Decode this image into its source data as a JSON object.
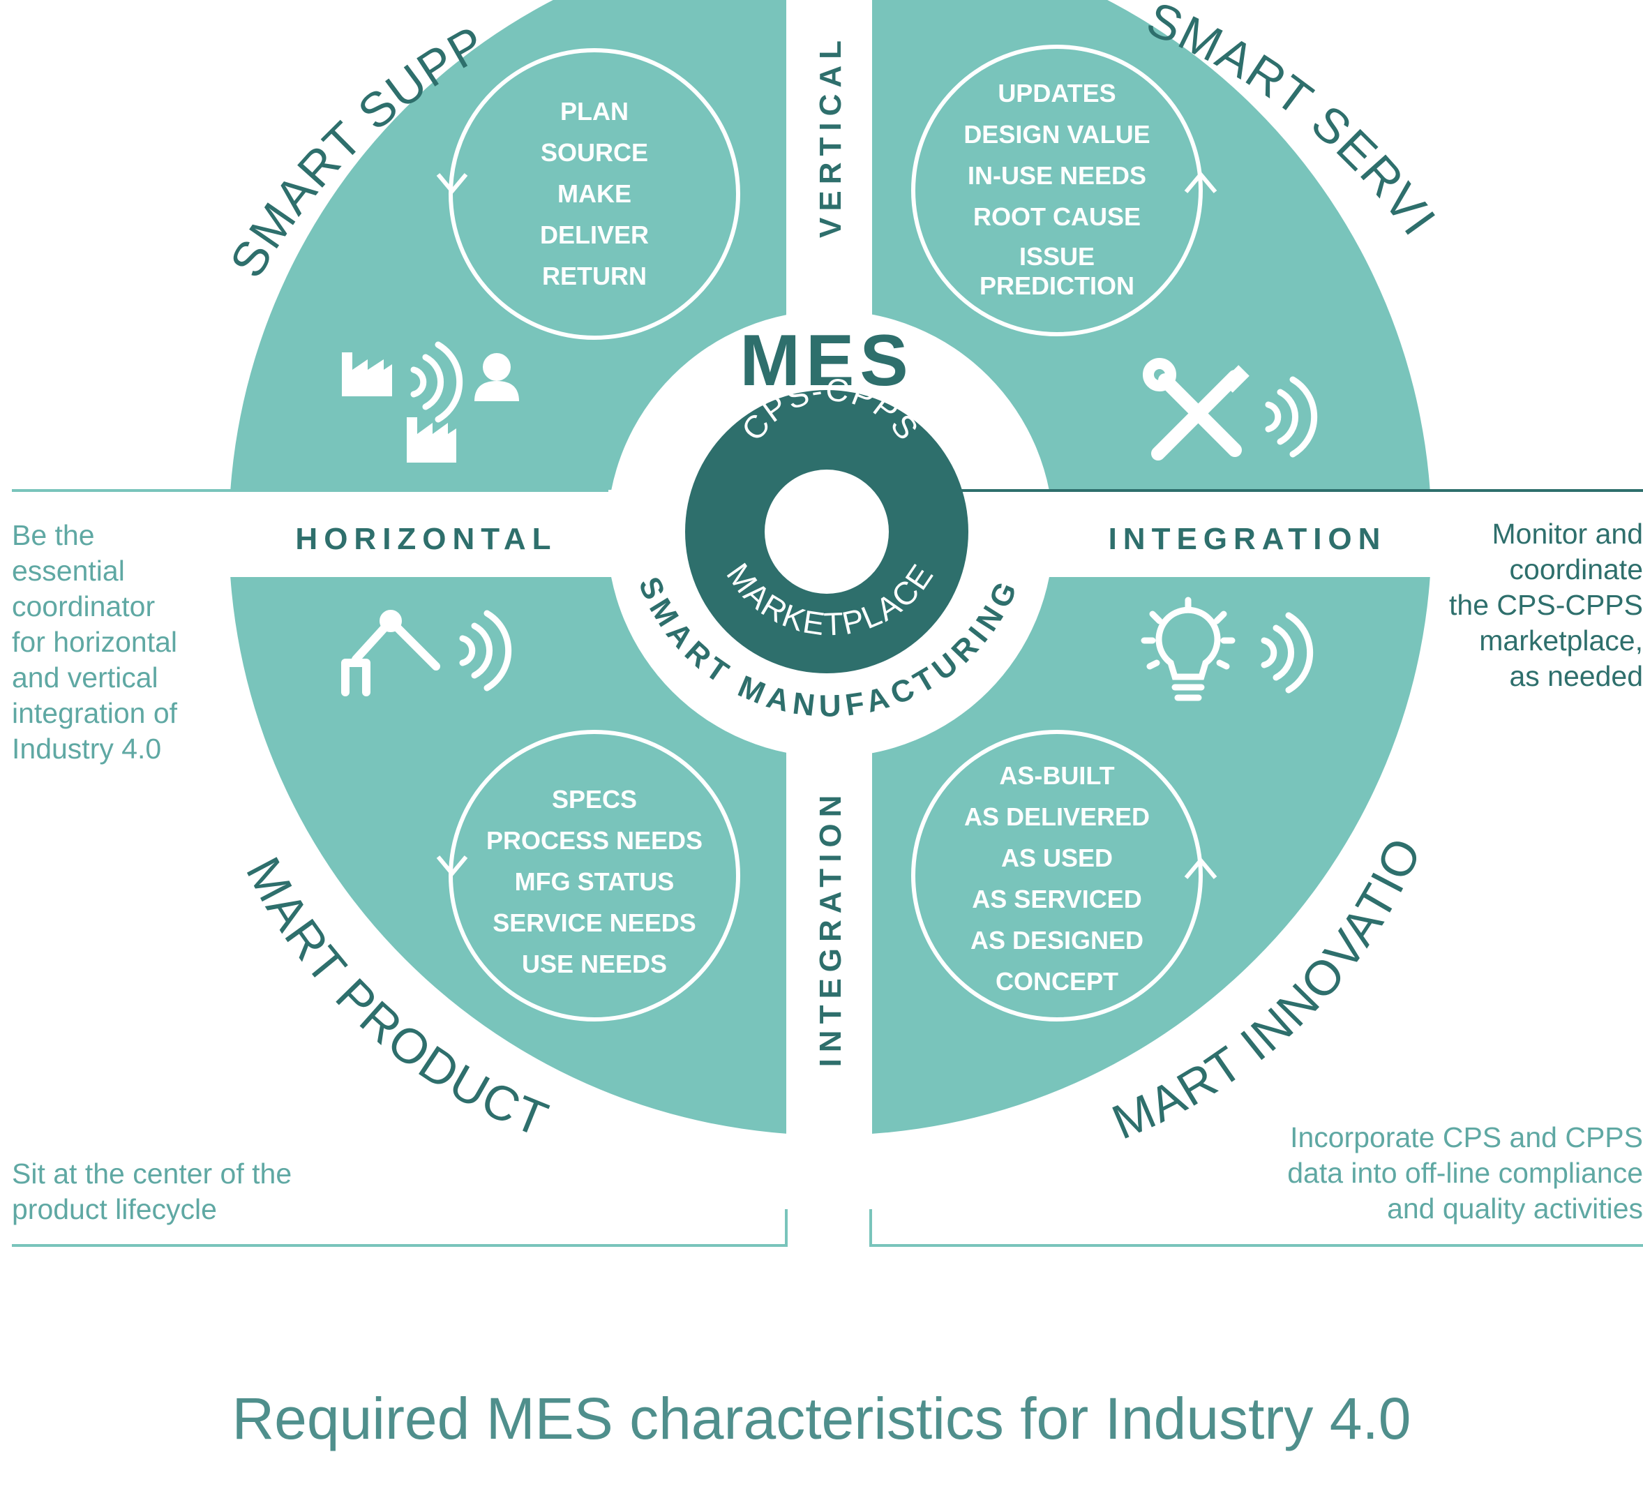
{
  "colors": {
    "quadrant_fill": "#79c4bb",
    "core_dark": "#2e6f6c",
    "title_text": "#4f8f8c",
    "note_text": "#5fa8a3"
  },
  "center": {
    "mes": "MES",
    "cps_cpps": "CPS-CPPS",
    "marketplace": "MARKETPLACE",
    "smart_manufacturing": "SMART MANUFACTURING"
  },
  "quadrants": {
    "supply_chain": {
      "title": "SMART SUPPLY CHAIN",
      "items": [
        "PLAN",
        "SOURCE",
        "MAKE",
        "DELIVER",
        "RETURN"
      ]
    },
    "services": {
      "title": "SMART SERVICES",
      "items": [
        "UPDATES",
        "DESIGN VALUE",
        "IN-USE NEEDS",
        "ROOT CAUSE",
        "ISSUE",
        "PREDICTION"
      ]
    },
    "products": {
      "title": "SMART PRODUCTS",
      "items": [
        "SPECS",
        "PROCESS NEEDS",
        "MFG STATUS",
        "SERVICE NEEDS",
        "USE NEEDS"
      ]
    },
    "innovation": {
      "title": "SMART INNOVATION",
      "items": [
        "AS-BUILT",
        "AS DELIVERED",
        "AS USED",
        "AS SERVICED",
        "AS DESIGNED",
        "CONCEPT"
      ]
    }
  },
  "axes": {
    "horizontal": "HORIZONTAL",
    "integration_right": "INTEGRATION",
    "vertical": "VERTICAL",
    "integration_bottom": "INTEGRATION"
  },
  "notes": {
    "left": [
      "Be the",
      "essential",
      "coordinator",
      "for horizontal",
      "and vertical",
      "integration of",
      "Industry 4.0"
    ],
    "right": [
      "Monitor and",
      "coordinate",
      "the CPS-CPPS",
      "marketplace,",
      "as needed"
    ],
    "bottom_left": [
      "Sit at the center of the",
      "product lifecycle"
    ],
    "bottom_right": [
      "Incorporate CPS and CPPS",
      "data into off-line compliance",
      "and quality activities"
    ]
  },
  "icons": {
    "supply_chain": [
      "factory-icon",
      "wireless-signal-icon",
      "person-icon",
      "factory-icon"
    ],
    "services": [
      "wrench-screwdriver-icon",
      "wireless-signal-icon"
    ],
    "products": [
      "robot-arm-icon",
      "wireless-signal-icon"
    ],
    "innovation": [
      "lightbulb-icon",
      "wireless-signal-icon"
    ]
  },
  "title": "Required MES characteristics for Industry 4.0"
}
